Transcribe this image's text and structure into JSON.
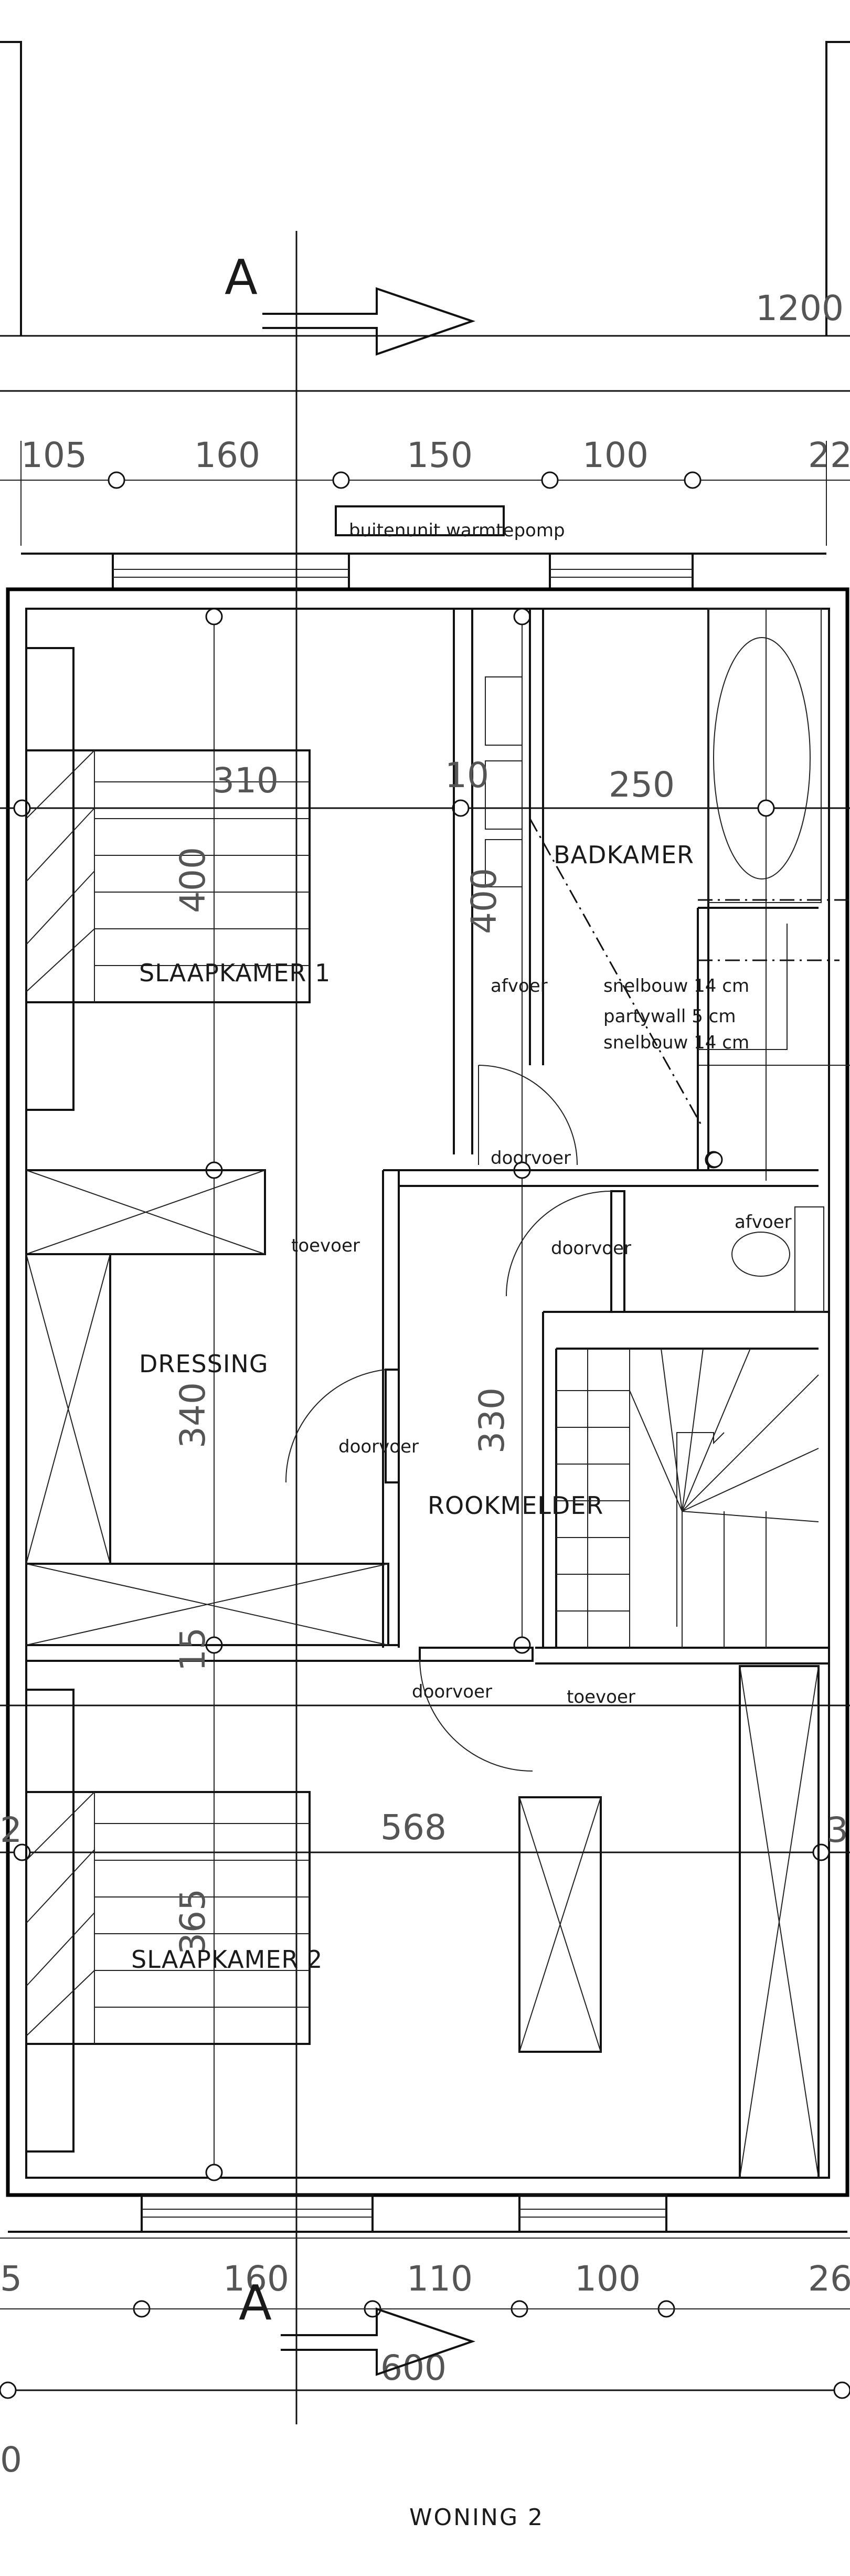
{
  "labels": {
    "section_top": "A",
    "section_bottom": "A",
    "title": "WONING 2"
  },
  "dimensions_top": {
    "total": "1200",
    "segments": [
      "105",
      "160",
      "150",
      "100",
      "22"
    ]
  },
  "dimensions_bottom": {
    "total": "600",
    "segments": [
      "5",
      "160",
      "110",
      "100",
      "26"
    ],
    "left_partial": "0"
  },
  "dimensions_inner": {
    "slaapkamer1_width": "310",
    "hall_width": "10",
    "badkamer_width": "250",
    "slaapkamer1_depth": "400",
    "badkamer_depth": "400",
    "dressing_depth": "340",
    "hall_depth": "330",
    "wall_15": "15",
    "slaapkamer2_width": "568",
    "slaapkamer2_depth": "365",
    "left_edge": "2",
    "right_edge": "3"
  },
  "rooms": {
    "slaapkamer1": "SLAAPKAMER 1",
    "badkamer": "BADKAMER",
    "dressing": "DRESSING",
    "rookmelder": "ROOKMELDER",
    "slaapkamer2": "SLAAPKAMER 2"
  },
  "notes": {
    "buitenunit": "buitenunit warmtepomp",
    "afvoer_1": "afvoer",
    "afvoer_2": "afvoer",
    "snelbouw_1": "snelbouw 14 cm",
    "partywall": "partywall 5 cm",
    "snelbouw_2": "snelbouw 14 cm",
    "doorvoer_1": "doorvoer",
    "doorvoer_2": "doorvoer",
    "doorvoer_3": "doorvoer",
    "doorvoer_4": "doorvoer",
    "toevoer_1": "toevoer",
    "toevoer_2": "toevoer"
  },
  "colors": {
    "line": "#111111",
    "background": "#ffffff"
  }
}
